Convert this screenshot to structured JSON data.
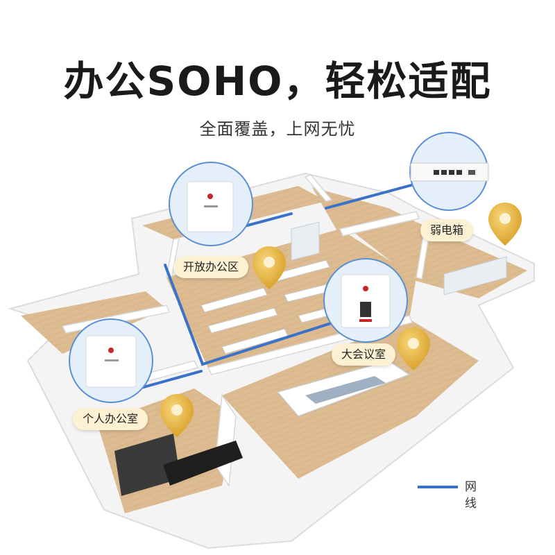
{
  "header": {
    "title": "办公SOHO，轻松适配",
    "subtitle": "全面覆盖，上网无忧"
  },
  "zones": [
    {
      "label": "开放办公区"
    },
    {
      "label": "弱电箱"
    },
    {
      "label": "大会议室"
    },
    {
      "label": "个人办公室"
    }
  ],
  "legend": {
    "label": "网线"
  },
  "colors": {
    "cable": "#3a72c9",
    "pin": "#e6b43a",
    "label_bg": "#fdf1d4",
    "floor": "#d9b88e"
  }
}
